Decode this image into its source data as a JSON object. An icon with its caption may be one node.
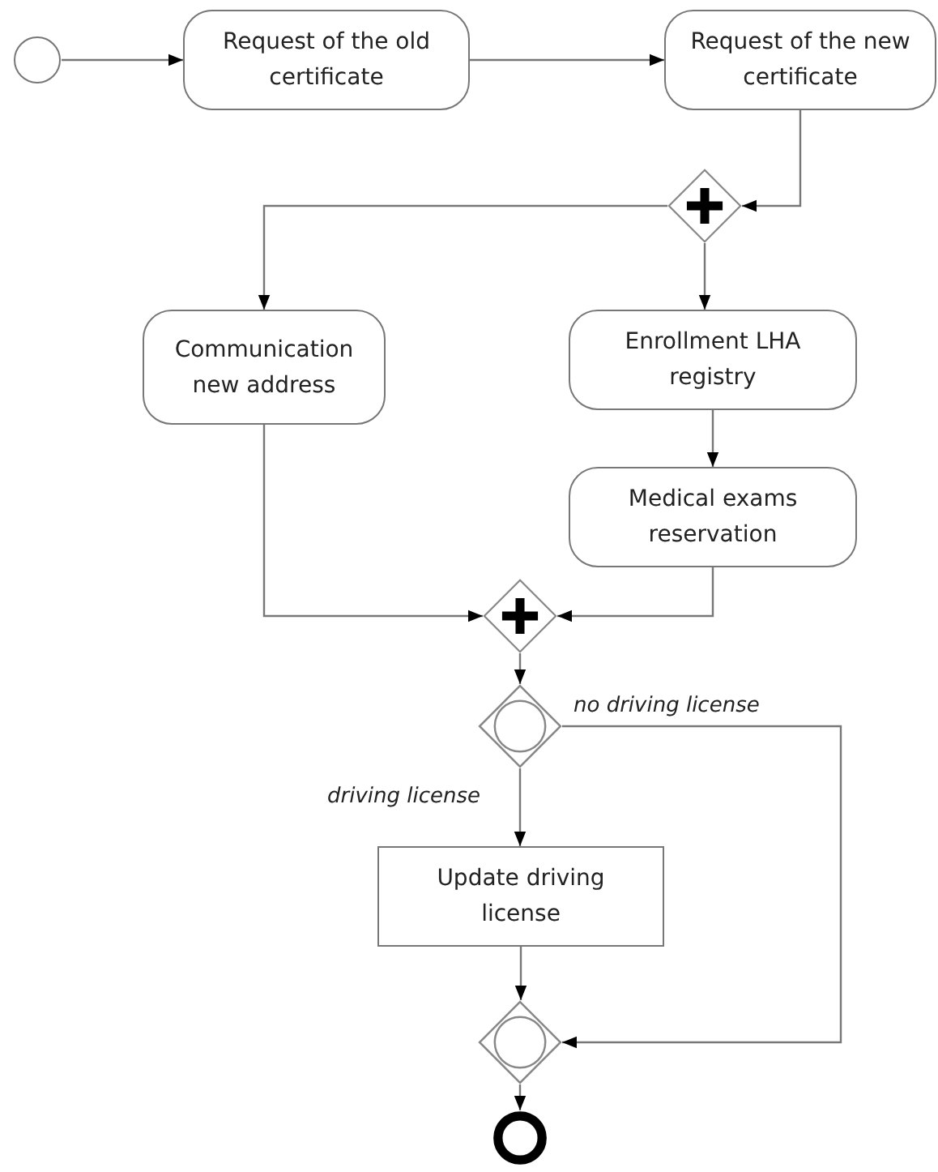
{
  "diagram": {
    "nodes": [
      {
        "text": [],
        "shape": "circle"
      },
      {
        "text": [
          "Request of the old certificate"
        ]
      },
      {
        "text": [
          "Request of the new certificate"
        ]
      },
      {
        "text": [],
        "shape": "diamond"
      },
      {
        "text": [
          "Communication new address"
        ]
      },
      {
        "text": [
          "Enrollment LHA registry"
        ]
      },
      {
        "text": [
          "Medical exams reservation"
        ]
      },
      {
        "text": [],
        "shape": "diamond"
      },
      {
        "text": [],
        "shape": "diamond"
      },
      {
        "text": [
          "Update driving license"
        ]
      },
      {
        "text": [],
        "shape": "diamond"
      },
      {
        "text": [],
        "shape": "circle"
      }
    ],
    "edges": [
      {
        "from": 0,
        "to": 1,
        "arrow": "to"
      },
      {
        "from": 1,
        "to": 2,
        "arrow": "to"
      },
      {
        "from": 2,
        "to": 3,
        "arrow": "to"
      },
      {
        "from": 3,
        "to": 4,
        "arrow": "to"
      },
      {
        "from": 3,
        "to": 5,
        "arrow": "to"
      },
      {
        "from": 4,
        "to": 7,
        "arrow": "to"
      },
      {
        "from": 5,
        "to": 6,
        "arrow": "to"
      },
      {
        "from": 6,
        "to": 7,
        "arrow": "to"
      },
      {
        "from": 7,
        "to": 8,
        "arrow": "to"
      },
      {
        "from": 8,
        "to": 9,
        "arrow": "to",
        "label": "driving license"
      },
      {
        "from": 8,
        "to": 10,
        "arrow": "to",
        "label": "no driving license"
      },
      {
        "from": 9,
        "to": 10,
        "arrow": "to"
      },
      {
        "from": 10,
        "to": 11,
        "arrow": "to"
      }
    ]
  }
}
